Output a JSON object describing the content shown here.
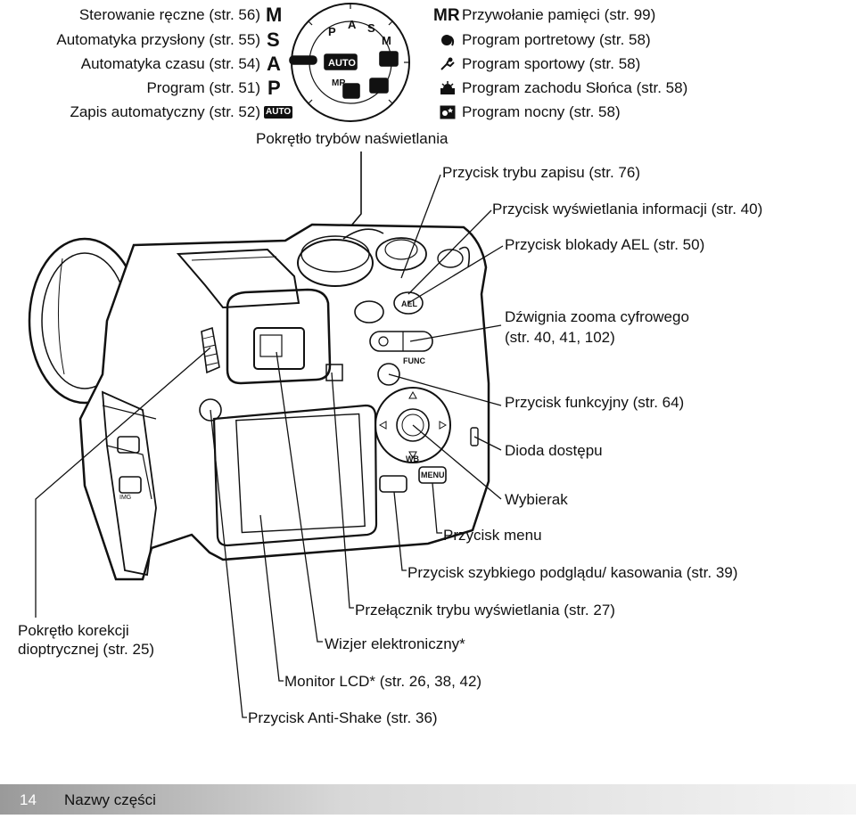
{
  "left_modes": [
    {
      "label": "Sterowanie ręczne (str. 56)",
      "symbol": "M"
    },
    {
      "label": "Automatyka przysłony (str. 55)",
      "symbol": "S"
    },
    {
      "label": "Automatyka czasu (str. 54)",
      "symbol": "A"
    },
    {
      "label": "Program (str. 51)",
      "symbol": "P"
    },
    {
      "label": "Zapis automatyczny (str. 52)",
      "symbol": "AUTO"
    }
  ],
  "right_modes": [
    {
      "label": "Przywołanie pamięci (str. 99)",
      "symbol": "MR",
      "icon": "memory-recall-icon"
    },
    {
      "label": "Program portretowy (str. 58)",
      "icon": "portrait-icon"
    },
    {
      "label": "Program sportowy (str. 58)",
      "icon": "sports-icon"
    },
    {
      "label": "Program zachodu Słońca (str. 58)",
      "icon": "sunset-icon"
    },
    {
      "label": "Program nocny (str. 58)",
      "icon": "night-portrait-icon"
    }
  ],
  "dial_title": "Pokrętło trybów naświetlania",
  "dial_marks": {
    "auto": "AUTO",
    "s": "S",
    "m": "M",
    "p": "P",
    "a": "A",
    "mr": "MR"
  },
  "callouts": {
    "record_mode": "Przycisk trybu zapisu (str. 76)",
    "info": "Przycisk wyświetlania informacji (str. 40)",
    "ael": "Przycisk blokady AEL (str. 50)",
    "zoom_1": "Dźwignia zooma cyfrowego",
    "zoom_2": "(str. 40, 41, 102)",
    "func": "Przycisk funkcyjny (str. 64)",
    "led": "Dioda dostępu",
    "selector": "Wybierak",
    "menu": "Przycisk menu",
    "quickview": "Przycisk szybkiego podglądu/ kasowania (str. 39)",
    "display_switch": "Przełącznik trybu wyświetlania (str. 27)",
    "evf": "Wizjer elektroniczny*",
    "lcd": "Monitor LCD* (str. 26, 38, 42)",
    "antishake": "Przycisk Anti-Shake (str. 36)",
    "diopter_1": "Pokrętło korekcji",
    "diopter_2": "dioptrycznej (str. 25)"
  },
  "camera_marks": {
    "func": "FUNC",
    "ael": "AEL",
    "menu": "MENU",
    "wb": "WB"
  },
  "footer": {
    "page_number": "14",
    "title": "Nazwy części"
  }
}
